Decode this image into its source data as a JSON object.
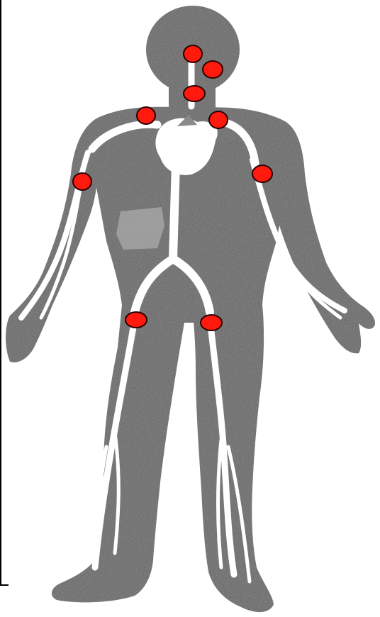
{
  "colors": {
    "body": "#8a8a8a",
    "body_dark": "#5e5e5e",
    "vessel": "#ffffff",
    "marker": "#ff1a0d",
    "marker_outline": "#2a0000",
    "organ": "#9c9c9c",
    "frame": "#000000"
  },
  "markers": [
    {
      "id": "chin-upper"
    },
    {
      "id": "jaw-right"
    },
    {
      "id": "neck"
    },
    {
      "id": "shoulder-left"
    },
    {
      "id": "shoulder-right"
    },
    {
      "id": "arm-left"
    },
    {
      "id": "arm-right"
    },
    {
      "id": "groin-left"
    },
    {
      "id": "groin-right"
    }
  ]
}
